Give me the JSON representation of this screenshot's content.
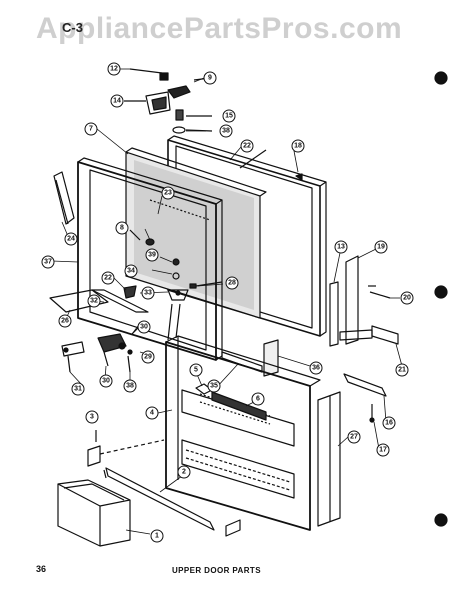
{
  "watermark": "AppliancePartsPros.com",
  "corner_code": "C-3",
  "page_number": "36",
  "caption": "UPPER DOOR PARTS",
  "callouts": {
    "c1": "1",
    "c2": "2",
    "c3": "3",
    "c4": "4",
    "c5": "5",
    "c6": "6",
    "c7": "7",
    "c8": "8",
    "c9": "9",
    "c12": "12",
    "c13": "13",
    "c14": "14",
    "c15": "15",
    "c16": "16",
    "c17": "17",
    "c18": "18",
    "c19": "19",
    "c20": "20",
    "c21": "21",
    "c22": "22",
    "c23": "23",
    "c24": "24",
    "c26": "26",
    "c27": "27",
    "c28": "28",
    "c29": "29",
    "c30": "30",
    "c31": "31",
    "c32": "32",
    "c33": "33",
    "c34": "34",
    "c35": "35",
    "c36": "36",
    "c37": "37",
    "c38": "38",
    "c39": "39"
  }
}
